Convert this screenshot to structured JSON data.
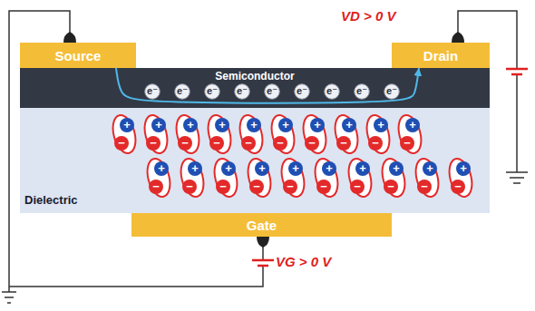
{
  "diagram": {
    "nodes": [
      {
        "text": [
          "Source"
        ]
      },
      {
        "text": [
          "Drain"
        ]
      },
      {
        "text": [
          "Semiconductor"
        ]
      },
      {
        "text": [
          "e⁻"
        ],
        "in": 2
      },
      {
        "text": [
          "e⁻"
        ],
        "in": 2
      },
      {
        "text": [
          "e⁻"
        ],
        "in": 2
      },
      {
        "text": [
          "e⁻"
        ],
        "in": 2
      },
      {
        "text": [
          "e⁻"
        ],
        "in": 2
      },
      {
        "text": [
          "e⁻"
        ],
        "in": 2
      },
      {
        "text": [
          "e⁻"
        ],
        "in": 2
      },
      {
        "text": [
          "e⁻"
        ],
        "in": 2
      },
      {
        "text": [
          "e⁻"
        ],
        "in": 2
      },
      {
        "text": [
          "Dielectric"
        ]
      },
      {
        "text": [
          "+",
          "−"
        ],
        "in": 12
      },
      {
        "text": [
          "+",
          "−"
        ],
        "in": 12
      },
      {
        "text": [
          "+",
          "−"
        ],
        "in": 12
      },
      {
        "text": [
          "+",
          "−"
        ],
        "in": 12
      },
      {
        "text": [
          "+",
          "−"
        ],
        "in": 12
      },
      {
        "text": [
          "+",
          "−"
        ],
        "in": 12
      },
      {
        "text": [
          "+",
          "−"
        ],
        "in": 12
      },
      {
        "text": [
          "+",
          "−"
        ],
        "in": 12
      },
      {
        "text": [
          "+",
          "−"
        ],
        "in": 12
      },
      {
        "text": [
          "+",
          "−"
        ],
        "in": 12
      },
      {
        "text": [
          "+",
          "−"
        ],
        "in": 12
      },
      {
        "text": [
          "+",
          "−"
        ],
        "in": 12
      },
      {
        "text": [
          "+",
          "−"
        ],
        "in": 12
      },
      {
        "text": [
          "+",
          "−"
        ],
        "in": 12
      },
      {
        "text": [
          "+",
          "−"
        ],
        "in": 12
      },
      {
        "text": [
          "+",
          "−"
        ],
        "in": 12
      },
      {
        "text": [
          "+",
          "−"
        ],
        "in": 12
      },
      {
        "text": [
          "+",
          "−"
        ],
        "in": 12
      },
      {
        "text": [
          "+",
          "−"
        ],
        "in": 12
      },
      {
        "text": [
          "+",
          "−"
        ],
        "in": 12
      },
      {
        "text": [
          "Gate"
        ]
      }
    ],
    "edges": [
      {
        "from": 0,
        "to": 1,
        "arrow": "to"
      }
    ],
    "labels": [
      "VD > 0 V",
      "VG > 0 V"
    ]
  }
}
